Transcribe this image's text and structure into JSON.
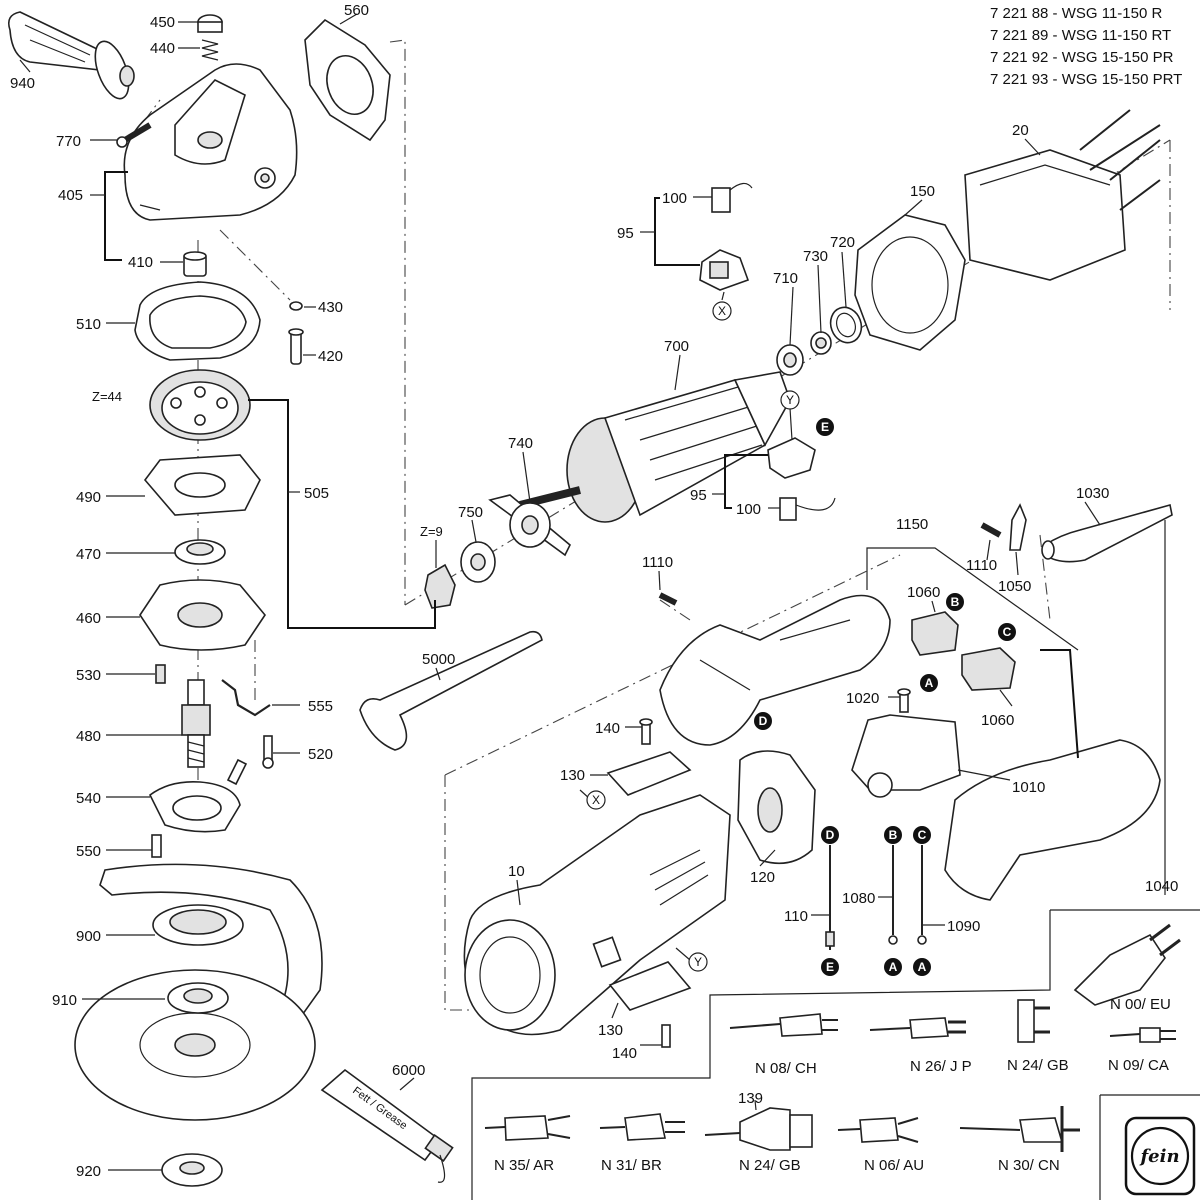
{
  "models": [
    "7 221 88 - WSG 11-150 R",
    "7 221 89 - WSG 11-150 RT",
    "7 221 92 - WSG 15-150 PR",
    "7 221 93 - WSG 15-150 PRT"
  ],
  "part_labels": {
    "p450": "450",
    "p440": "440",
    "p940": "940",
    "p770": "770",
    "p405": "405",
    "p410": "410",
    "p430": "430",
    "p420": "420",
    "p510": "510",
    "z44": "Z=44",
    "p505": "505",
    "p490": "490",
    "p470": "470",
    "p460": "460",
    "p530": "530",
    "p555": "555",
    "p480": "480",
    "p520": "520",
    "p540": "540",
    "p550": "550",
    "p900": "900",
    "p910": "910",
    "p920": "920",
    "p560": "560",
    "p20": "20",
    "p150": "150",
    "p100a": "100",
    "p95a": "95",
    "p720": "720",
    "p730": "730",
    "p710": "710",
    "p700": "700",
    "p740": "740",
    "p95b": "95",
    "p100b": "100",
    "p750": "750",
    "z9": "Z=9",
    "p5000": "5000",
    "p1110a": "1110",
    "p1150": "1150",
    "p1060a": "1060",
    "p1060b": "1060",
    "p1110b": "1110",
    "p1050": "1050",
    "p1030": "1030",
    "p1020": "1020",
    "p1010": "1010",
    "p140a": "140",
    "p130a": "130",
    "p120": "120",
    "p10": "10",
    "p130b": "130",
    "p140b": "140",
    "p110": "110",
    "p1080": "1080",
    "p1090": "1090",
    "p1040": "1040",
    "p6000": "6000",
    "p139": "139"
  },
  "connectors": [
    "A",
    "B",
    "C",
    "D",
    "E"
  ],
  "ref_markers": [
    "X",
    "Y"
  ],
  "plugs": {
    "eu": "N 00/ EU",
    "ch": "N 08/ CH",
    "jp": "N 26/ J P",
    "gb": "N 24/ GB",
    "ca": "N 09/ CA",
    "ar": "N 35/ AR",
    "br": "N 31/ BR",
    "gb2": "N 24/ GB",
    "au": "N 06/ AU",
    "cn": "N 30/ CN"
  },
  "grease_tube_text": "Fett / Grease",
  "logo_text": "fein"
}
